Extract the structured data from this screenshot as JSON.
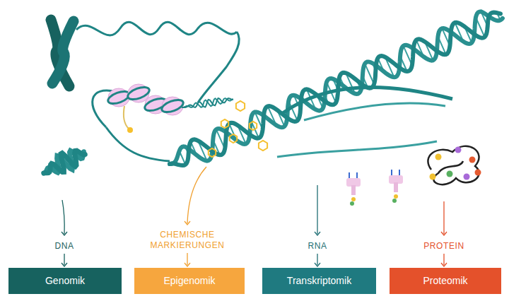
{
  "diagram": {
    "nodes": [
      {
        "text": [
          "Genomik"
        ]
      },
      {
        "text": [
          "Epigenomik"
        ]
      },
      {
        "text": [
          "Transkriptomik"
        ]
      },
      {
        "text": [
          "Proteomik"
        ]
      }
    ],
    "labels": [
      "DNA",
      "CHEMISCHE MARKIERUNGEN",
      "RNA",
      "PROTEIN"
    ]
  }
}
